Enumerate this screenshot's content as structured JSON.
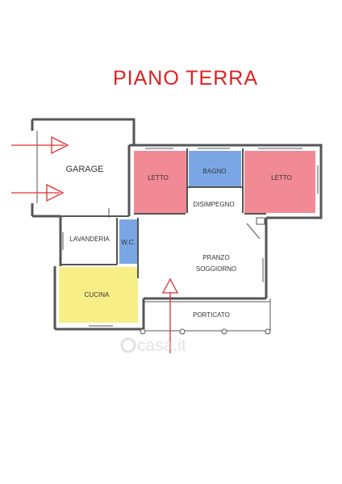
{
  "title": "PIANO TERRA",
  "watermark": "casa.it",
  "rooms": {
    "garage": "GARAGE",
    "letto_left": "LETTO",
    "bagno": "BAGNO",
    "letto_right": "LETTO",
    "disimpegno": "DISIMPEGNO",
    "lavanderia": "LAVANDERIA",
    "wc": "W.C.",
    "pranzo": "PRANZO",
    "soggiorno": "SOGGIORNO",
    "cucina": "CUCINA",
    "porticato": "PORTICATO"
  },
  "colors": {
    "title": "#e02020",
    "arrow": "#e03030",
    "wall": "#555555",
    "letto": "#f28a96",
    "bagno": "#7aa6e6",
    "wc": "#7aa6e6",
    "cucina": "#f7ee86",
    "watermark": "#cfcfcf"
  }
}
